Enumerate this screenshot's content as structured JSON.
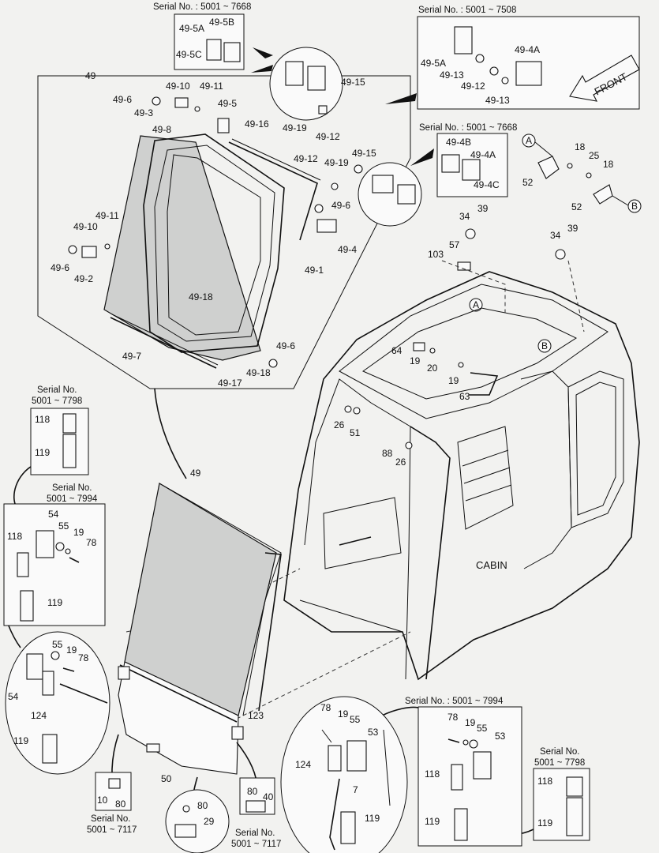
{
  "labels": {
    "serial_5001_7668_a": "Serial No. : 5001 ~ 7668",
    "serial_5001_7508": "Serial No. : 5001 ~ 7508",
    "serial_5001_7668_b": "Serial No. : 5001 ~ 7668",
    "serial_5001_7994_b": "Serial No. : 5001 ~ 7994",
    "front": "FRONT",
    "cabin": "CABIN",
    "p49_top": "49",
    "p49_main": "49",
    "p49_1": "49-1",
    "p49_2": "49-2",
    "p49_3": "49-3",
    "p49_4": "49-4",
    "p49_5": "49-5",
    "p49_6a": "49-6",
    "p49_6b": "49-6",
    "p49_6c": "49-6",
    "p49_6d": "49-6",
    "p49_7": "49-7",
    "p49_8": "49-8",
    "p49_10a": "49-10",
    "p49_10b": "49-10",
    "p49_11a": "49-11",
    "p49_11b": "49-11",
    "p49_12a": "49-12",
    "p49_12b": "49-12",
    "p49_12c": "49-12",
    "p49_13a": "49-13",
    "p49_13b": "49-13",
    "p49_15a": "49-15",
    "p49_15b": "49-15",
    "p49_16": "49-16",
    "p49_17": "49-17",
    "p49_18a": "49-18",
    "p49_18b": "49-18",
    "p49_19a": "49-19",
    "p49_19b": "49-19",
    "p49_4a1": "49-4A",
    "p49_4a2": "49-4A",
    "p49_4b": "49-4B",
    "p49_4c": "49-4C",
    "p49_5a1": "49-5A",
    "p49_5a2": "49-5A",
    "p49_5b": "49-5B",
    "p49_5c": "49-5C",
    "p18a": "18",
    "p18b": "18",
    "p25": "25",
    "p52a": "52",
    "p52b": "52",
    "markA1": "A",
    "markA2": "A",
    "markB1": "B",
    "markB2": "B",
    "p34a": "34",
    "p34b": "34",
    "p39a": "39",
    "p39b": "39",
    "p57": "57",
    "p103": "103",
    "p64": "64",
    "p19a": "19",
    "p19b": "19",
    "p20": "20",
    "p63": "63",
    "p26a": "26",
    "p26b": "26",
    "p51": "51",
    "p88": "88",
    "sn1_l1": "Serial No.",
    "sn1_l2": "5001 ~ 7798",
    "p118a": "118",
    "p119a": "119",
    "sn2_l1": "Serial No.",
    "sn2_l2": "5001 ~ 7994",
    "p54a": "54",
    "p55a": "55",
    "p19c": "19",
    "p78a": "78",
    "p118b": "118",
    "p119b": "119",
    "p55b": "55",
    "p19d": "19",
    "p78b": "78",
    "p54b": "54",
    "p124a": "124",
    "p119c": "119",
    "p123": "123",
    "p50": "50",
    "p10": "10",
    "p80a": "80",
    "sn3_l1": "Serial No.",
    "sn3_l2": "5001 ~ 7117",
    "p80b": "80",
    "p29": "29",
    "p80c": "80",
    "p40": "40",
    "sn4_l1": "Serial No.",
    "sn4_l2": "5001 ~ 7117",
    "p78c": "78",
    "p19e": "19",
    "p55c": "55",
    "p53a": "53",
    "p124b": "124",
    "p7": "7",
    "p119d": "119",
    "p78d": "78",
    "p19f": "19",
    "p55d": "55",
    "p53b": "53",
    "p118c": "118",
    "p119e": "119",
    "sn5_l1": "Serial No.",
    "sn5_l2": "5001 ~ 7798",
    "p118d": "118",
    "p119f": "119"
  }
}
